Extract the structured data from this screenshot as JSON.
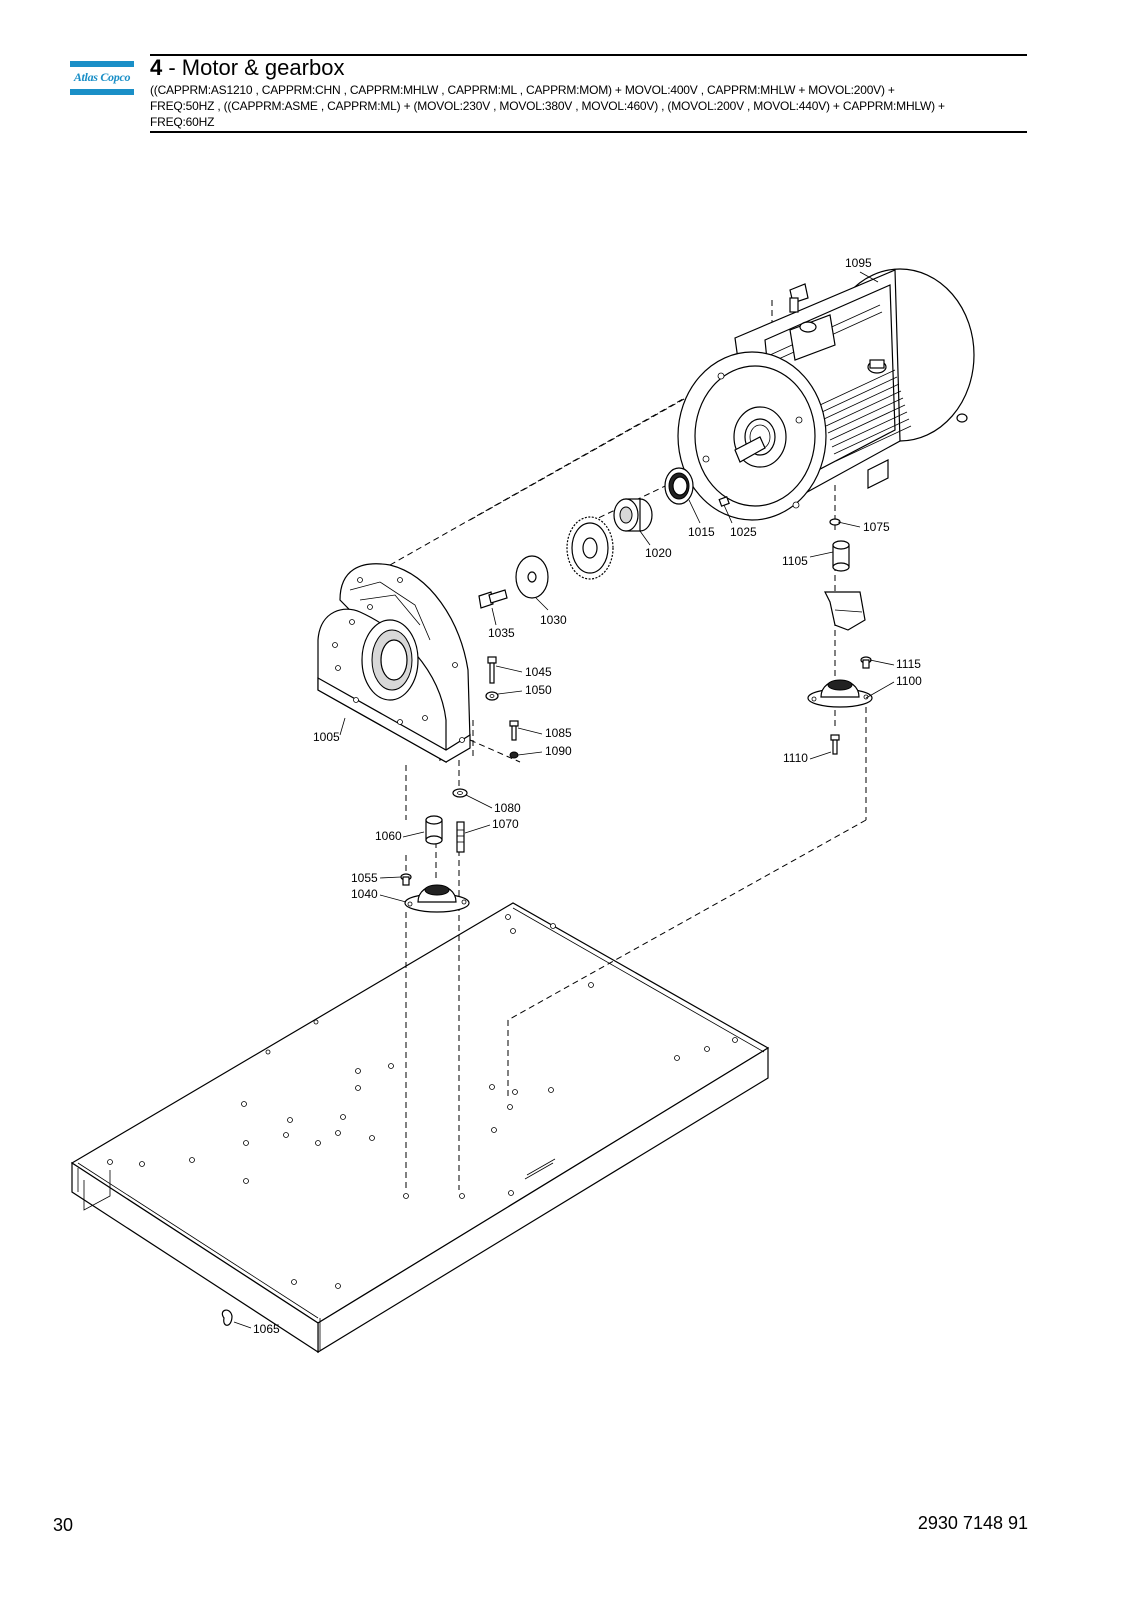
{
  "brand": {
    "logo_text": "Atlas Copco",
    "color": "#1a8fc7"
  },
  "header": {
    "section_number": "4",
    "section_title": " - Motor & gearbox",
    "conditions": [
      "((CAPPRM:AS1210 , CAPPRM:CHN , CAPPRM:MHLW , CAPPRM:ML , CAPPRM:MOM) + MOVOL:400V , CAPPRM:MHLW + MOVOL:200V) +",
      "FREQ:50HZ , ((CAPPRM:ASME , CAPPRM:ML) + (MOVOL:230V , MOVOL:380V , MOVOL:460V) , (MOVOL:200V , MOVOL:440V) + CAPPRM:MHLW) +",
      "FREQ:60HZ"
    ]
  },
  "callouts": {
    "c1095": "1095",
    "c1075": "1075",
    "c1015": "1015",
    "c1025": "1025",
    "c1020": "1020",
    "c1105": "1105",
    "c1030": "1030",
    "c1035": "1035",
    "c1045": "1045",
    "c1050": "1050",
    "c1115": "1115",
    "c1100": "1100",
    "c1005": "1005",
    "c1085": "1085",
    "c1090": "1090",
    "c1110": "1110",
    "c1080": "1080",
    "c1070": "1070",
    "c1060": "1060",
    "c1055": "1055",
    "c1040": "1040",
    "c1065": "1065"
  },
  "footer": {
    "page_number": "30",
    "document_number": "2930 7148 91"
  }
}
